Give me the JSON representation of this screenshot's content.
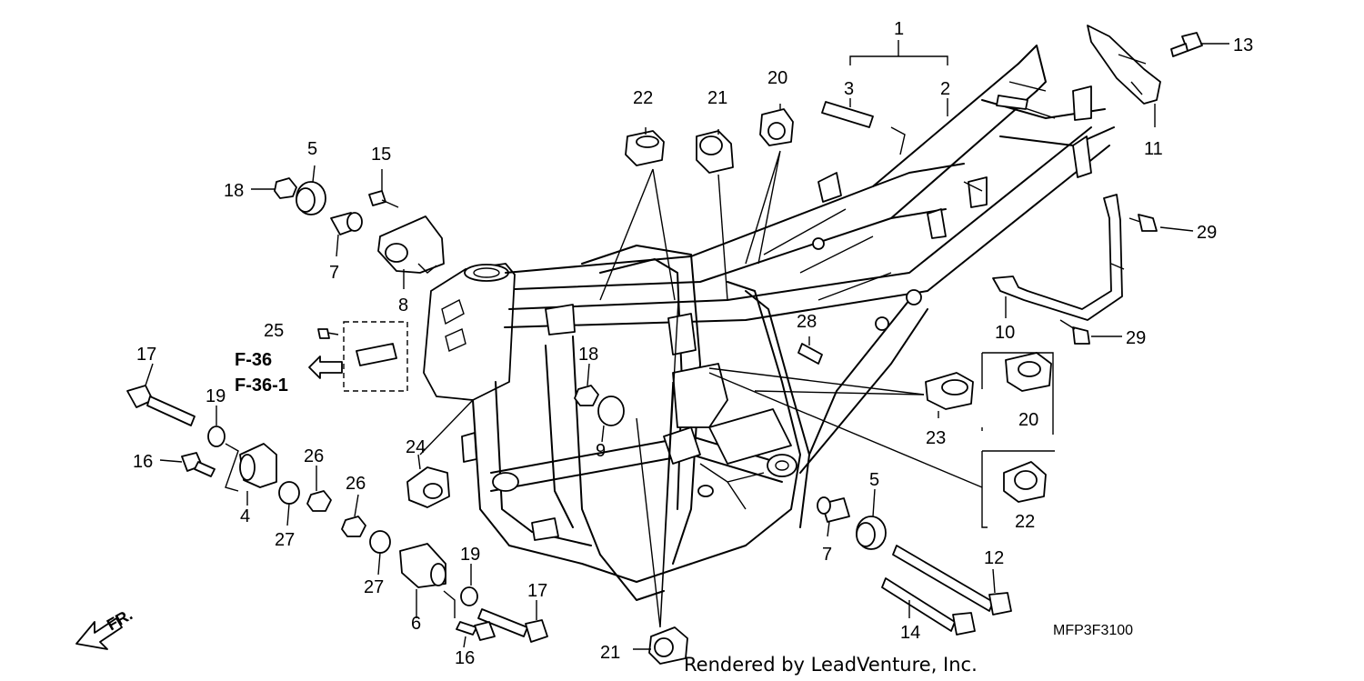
{
  "diagram": {
    "ref_page_a": "F-36",
    "ref_page_b": "F-36-1",
    "front_marker": "FR.",
    "diagram_code": "MFP3F3100",
    "credit": "Rendered by LeadVenture, Inc."
  },
  "callouts": {
    "c1": "1",
    "c2": "2",
    "c3": "3",
    "c4": "4",
    "c5a": "5",
    "c5b": "5",
    "c6": "6",
    "c7a": "7",
    "c7b": "7",
    "c8": "8",
    "c9": "9",
    "c10": "10",
    "c11": "11",
    "c12": "12",
    "c13": "13",
    "c14": "14",
    "c15": "15",
    "c16a": "16",
    "c16b": "16",
    "c17a": "17",
    "c17b": "17",
    "c18a": "18",
    "c18b": "18",
    "c19a": "19",
    "c19b": "19",
    "c20a": "20",
    "c20b": "20",
    "c21a": "21",
    "c21b": "21",
    "c22a": "22",
    "c22b": "22",
    "c23": "23",
    "c24": "24",
    "c25": "25",
    "c26a": "26",
    "c26b": "26",
    "c27a": "27",
    "c27b": "27",
    "c28": "28",
    "c29a": "29",
    "c29b": "29"
  }
}
